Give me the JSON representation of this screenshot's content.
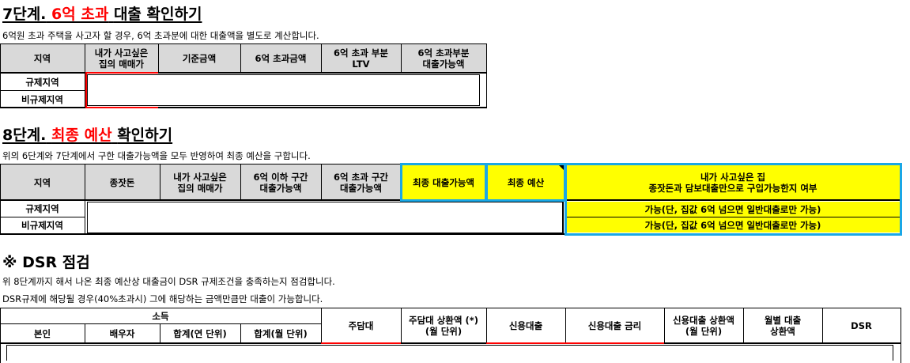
{
  "section7": {
    "title_prefix": "7단계.",
    "title_highlight": "6억 초과",
    "title_suffix": "대출 확인하기",
    "description": "6억원 초과 주택을 사고자 할 경우, 6억 초과분에 대한 대출액을 별도로 계산합니다.",
    "headers": [
      "지역",
      "내가 사고싶은\n집의 매매가",
      "기준금액",
      "6억 초과금액",
      "6억 초과 부분\nLTV",
      "6억 초과부분\n대출가능액"
    ],
    "rows": [
      "규제지역",
      "비규제지역"
    ]
  },
  "section8": {
    "title_prefix": "8단계.",
    "title_highlight": "최종 예산",
    "title_suffix": "확인하기",
    "description": "위의 6단계와 7단계에서 구한 대출가능액을 모두 반영하여 최종 예산을 구합니다.",
    "headers": [
      "지역",
      "종잣돈",
      "내가 사고싶은\n집의 매매가",
      "6억 이하 구간\n대출가능액",
      "6억 초과 구간\n대출가능액",
      "최종 대출가능액",
      "최종 예산",
      "내가 사고싶은 집\n종잣돈과 담보대출만으로 구입가능한지 여부"
    ],
    "rows": [
      "규제지역",
      "비규제지역"
    ],
    "results": [
      "가능(단, 집값 6억 넘으면 일반대출로만 가능)",
      "가능(단, 집값 6억 넘으면 일반대출로만 가능)"
    ]
  },
  "dsr": {
    "title": "※ DSR 점검",
    "description1": "위 8단계까지 해서 나온 최종 예산상 대출금이 DSR 규제조건을 충족하는지 점검합니다.",
    "description2": "DSR규제에 해당될 경우(40%초과시) 그에 해당하는 금액만큼만 대출이 가능합니다.",
    "group_header": "소득",
    "sub_headers": [
      "본인",
      "배우자",
      "합계(연 단위)",
      "합계(월 단위)"
    ],
    "headers": [
      "주담대",
      "주담대 상환액 (*)\n(월 단위)",
      "신용대출",
      "신용대출 금리",
      "신용대출 상환액\n(월 단위)",
      "월별 대출\n상환액",
      "DSR"
    ]
  },
  "colors": {
    "header_bg": "#d9d9d9",
    "highlight_yellow": "#ffff00",
    "accent_blue": "#1aa7e6",
    "accent_red": "#ff0000"
  }
}
